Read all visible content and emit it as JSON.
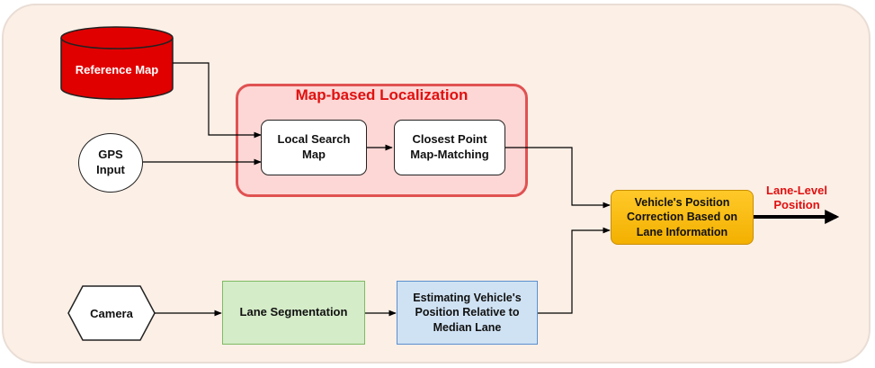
{
  "diagram": {
    "group_title": "Map-based Localization",
    "nodes": {
      "reference_map": "Reference Map",
      "gps_input": "GPS\nInput",
      "local_search_map": "Local Search\nMap",
      "closest_point": "Closest Point\nMap-Matching",
      "camera": "Camera",
      "lane_segmentation": "Lane Segmentation",
      "estimating_position": "Estimating Vehicle's\nPosition Relative to\nMedian Lane",
      "position_correction": "Vehicle's Position\nCorrection Based on\nLane Information",
      "output": "Lane-Level\nPosition"
    },
    "colors": {
      "panel_bg": "#fcefe6",
      "group_fill": "#fdd7d5",
      "group_border": "#e05252",
      "group_title": "#e01010",
      "database": "#e00000",
      "lane_seg_fill": "#d4ecc8",
      "estimate_fill": "#cfe2f3",
      "correction_fill": "#f5b800",
      "output_text": "#e01010"
    }
  }
}
